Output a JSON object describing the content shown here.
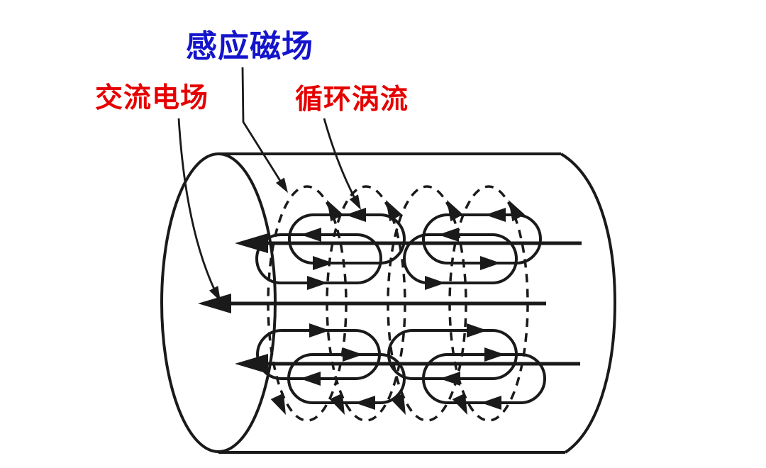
{
  "page": {
    "background_color": "#ffffff",
    "line_color": "#1a1a1a"
  },
  "labels": {
    "induced_magnetic_field": {
      "text": "感应磁场",
      "color": "#1414cc"
    },
    "alternating_electric_field": {
      "text": "交流电场",
      "color": "#e60000"
    },
    "circulating_eddy_current": {
      "text": "循环涡流",
      "color": "#e60000"
    }
  }
}
